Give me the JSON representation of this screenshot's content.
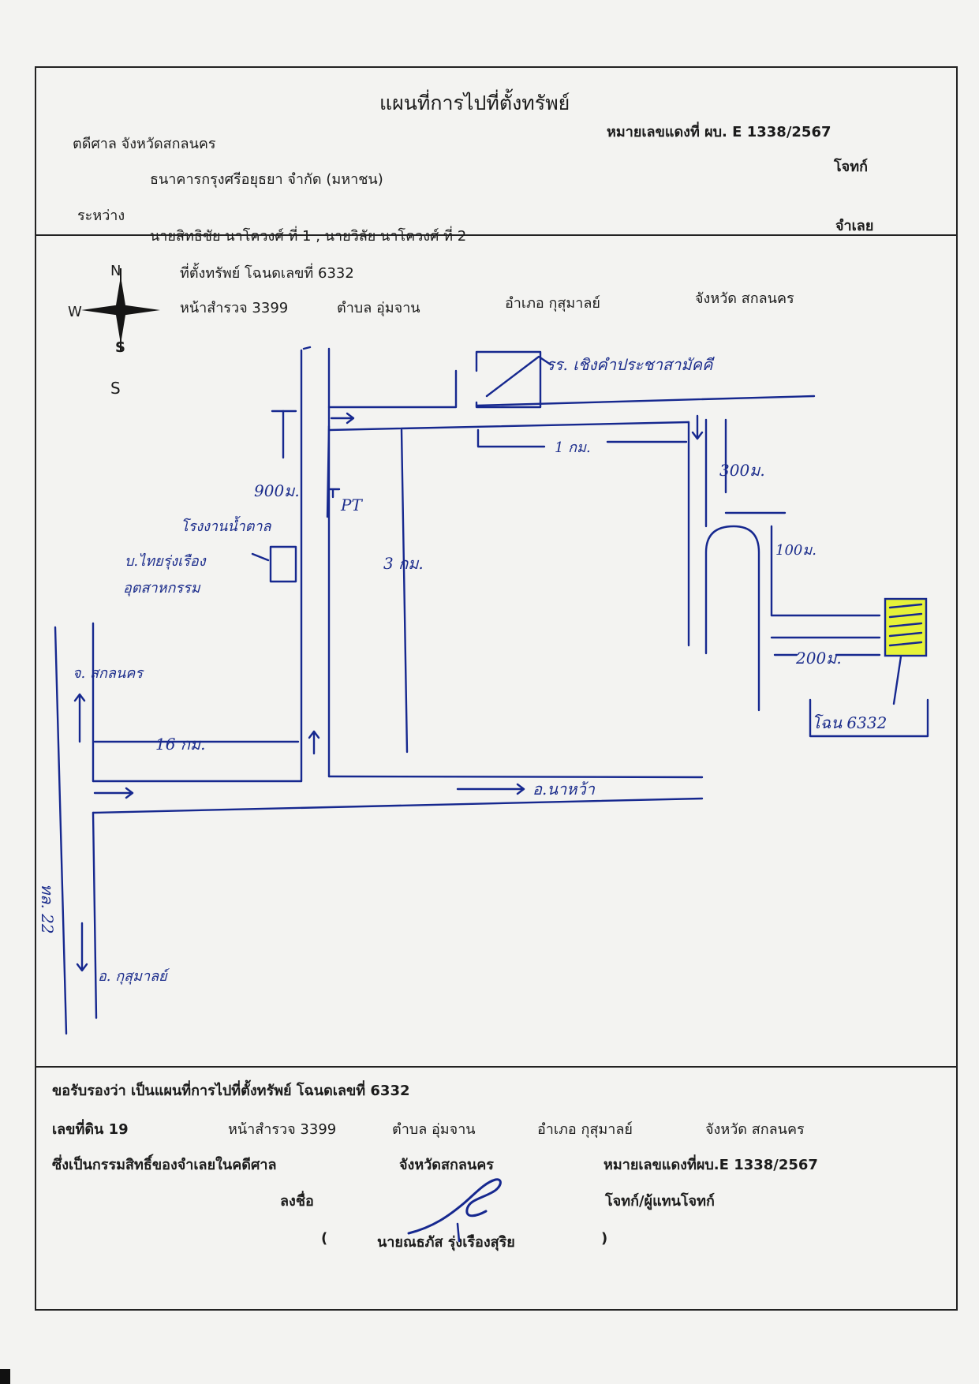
{
  "header": {
    "title": "แผนที่การไปที่ตั้งทรัพย์",
    "court_label": "ตดีศาล  จังหวัดสกลนคร",
    "case_number": "หมายเลขแดงที่ ผบ. E 1338/2567",
    "plaintiff_name": "ธนาคารกรุงศรีอยุธยา จำกัด (มหาชน)",
    "plaintiff_role": "โจทก์",
    "between_label": "ระหว่าง",
    "defendant_names": "นายสิทธิชัย  นาโควงศ์ ที่ 1 , นายวิลัย  นาโควงศ์ ที่ 2",
    "defendant_role": "จำเลย"
  },
  "location": {
    "line1": "ที่ตั้งทรัพย์    โฉนดเลขที่  6332",
    "page_no": "หน้าสำรวจ  3399",
    "subdistrict": "ตำบล  อุ่มจาน",
    "district": "อำเภอ  กุสุมาลย์",
    "province": "จังหวัด   สกลนคร"
  },
  "compass": {
    "north": "N",
    "west": "W",
    "south": "S",
    "south_extra": "S"
  },
  "map_labels": {
    "school": "รร. เชิงคำประชาสามัคคี",
    "dist_1km": "1 กม.",
    "dist_300m": "300ม.",
    "dist_900m": "900ม.",
    "pt": "PT",
    "factory": "โรงงานน้ำตาล",
    "factory_company": "บ.ไทยรุ่งเรือง",
    "factory_industry": "อุตสาหกรรม",
    "dist_3km": "3 กม.",
    "dist_100m": "100ม.",
    "dist_200m": "200ม.",
    "sakon_nakhon": "จ. สกลนคร",
    "dist_16km": "16 กม.",
    "na_wa": "อ.นาหว้า",
    "deed": "โฉน 6332",
    "highway": "ทล. 22",
    "kusuman": "อ. กุสุมาลย์"
  },
  "footer": {
    "certify": "ขอรับรองว่า เป็นแผนที่การไปที่ตั้งทรัพย์ โฉนดเลขที่   6332",
    "land_no": "เลขที่ดิน   19",
    "page_no": "หน้าสำรวจ 3399",
    "subdistrict": "ตำบล  อุ่มจาน",
    "district": "อำเภอ  กุสุมาลย์",
    "province": "จังหวัด   สกลนคร",
    "ownership": "ซึ่งเป็นกรรมสิทธิ์ของจำเลยในคดีศาล",
    "court_province": "จังหวัดสกลนคร",
    "case_number": "หมายเลขแดงที่ผบ.E 1338/2567",
    "sign_label": "ลงชื่อ",
    "signer_role": "โจทก์/ผู้แทนโจทก์",
    "paren_open": "(",
    "signer_name": "นายณธภัส  รุ่งเรืองสุริย",
    "paren_close": ")"
  },
  "colors": {
    "ink": "#16288f",
    "parcel": "#e6f23a",
    "border": "#222222"
  }
}
